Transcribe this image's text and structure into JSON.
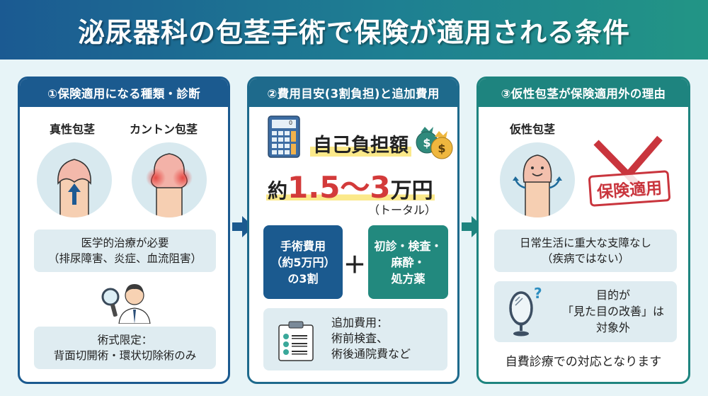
{
  "title": "泌尿器科の包茎手術で保険が適用される条件",
  "colors": {
    "header_gradient_start": "#1b5a92",
    "header_gradient_end": "#229585",
    "panel1_accent": "#1b5a8f",
    "panel2_accent": "#1e6a8c",
    "panel3_accent": "#1e847f",
    "price_red": "#d33a3a",
    "highlight_yellow": "#fbe98a",
    "background": "#e7f4f7"
  },
  "panel1": {
    "heading": "①保険適用になる種類・診断",
    "type_a": "真性包茎",
    "type_b": "カントン包茎",
    "box1": {
      "line1": "医学的治療が必要",
      "line2": "（排尿障害、炎症、血流阻害）"
    },
    "box2": {
      "line1": "術式限定：",
      "line2": "背面切開術・環状切除術のみ"
    }
  },
  "panel2": {
    "heading": "②費用目安(3割負担)と追加費用",
    "label": "自己負担額",
    "price_prefix": "約",
    "price_value": "1.5〜3",
    "price_suffix": "万円",
    "price_note": "（トータル）",
    "calculator_display": "0",
    "box_surgery": {
      "line1": "手術費用",
      "line2": "（約5万円）",
      "line3": "の3割"
    },
    "plus": "＋",
    "box_other": {
      "line1": "初診・検査・",
      "line2": "麻酔・",
      "line3": "処方薬"
    },
    "extra": {
      "line1": "追加費用：",
      "line2": "術前検査、",
      "line3": "術後通院費など"
    }
  },
  "panel3": {
    "heading": "③仮性包茎が保険適用外の理由",
    "type": "仮性包茎",
    "stamp": "保険適用",
    "box1": {
      "line1": "日常生活に重大な支障なし",
      "line2": "（疾病ではない）"
    },
    "box2": {
      "line1": "目的が",
      "line2": "「見た目の改善」は",
      "line3": "対象外"
    },
    "question_mark": "?",
    "footer": "自費診療での対応となります"
  },
  "icons": [
    "arrow-up-icon",
    "magnifier-doctor-icon",
    "calculator-icon",
    "money-bag-icon",
    "clipboard-icon",
    "cross-mark-icon",
    "mirror-icon",
    "right-arrow-icon"
  ]
}
